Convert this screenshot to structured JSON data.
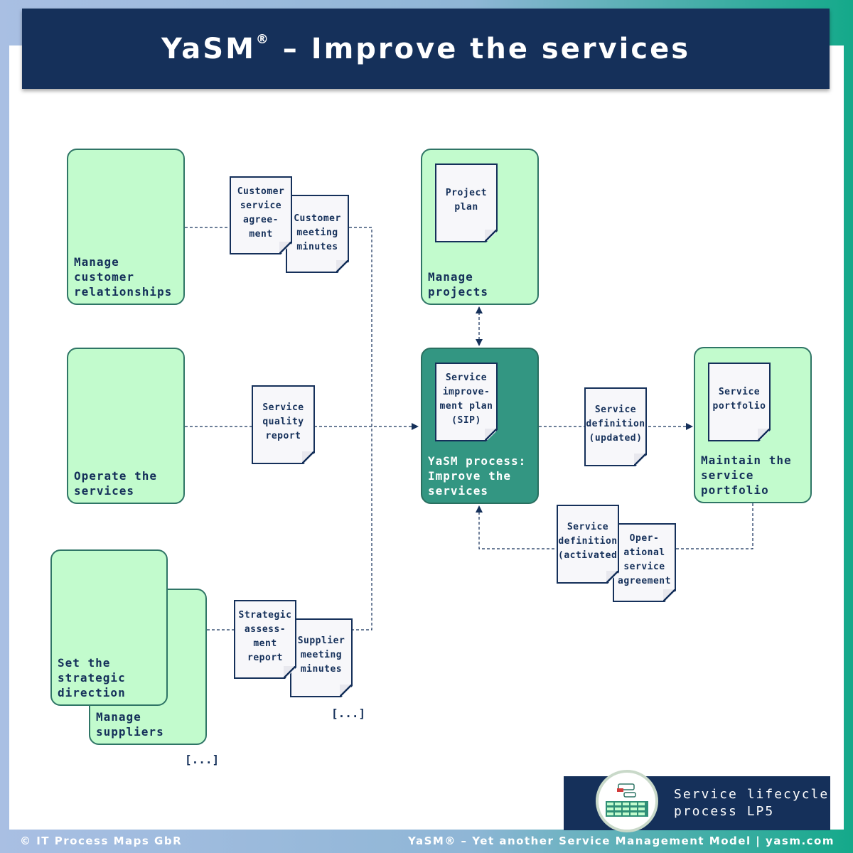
{
  "header": {
    "title": "YaSM",
    "registered_mark": "®",
    "title_rest": " – Improve the services"
  },
  "processes": {
    "manage_customer_relationships": "Manage\ncustomer\nrelationships",
    "operate_services": "Operate the\nservices",
    "set_strategic_direction": "Set the\nstrategic\ndirection",
    "manage_suppliers": "Manage\nsuppliers",
    "manage_projects": "Manage\nprojects",
    "improve_services": "YaSM process:\nImprove the\nservices",
    "maintain_portfolio": "Maintain the\nservice\nportfolio"
  },
  "documents": {
    "customer_service_agreement": "Customer\nservice\nagree-\nment",
    "customer_meeting_minutes": "Customer\nmeeting\nminutes",
    "service_quality_report": "Service\nquality\nreport",
    "strategic_assessment_report": "Strategic\nassess-\nment\nreport",
    "supplier_meeting_minutes": "Supplier\nmeeting\nminutes",
    "project_plan": "Project\nplan",
    "service_improvement_plan": "Service\nimprove-\nment plan\n(SIP)",
    "service_definition_updated": "Service\ndefinition\n(updated)",
    "service_portfolio": "Service\nportfolio",
    "service_definition_activated": "Service\ndefinition\n(activated)",
    "operational_service_agreement": "Oper-\national\nservice\nagreement"
  },
  "ellipses": {
    "docs_lower": "[...]",
    "procs_lower": "[...]"
  },
  "badge": {
    "text": "Service lifecycle\nprocess LP5"
  },
  "footer": {
    "copyright": "© IT Process Maps GbR",
    "model": "YaSM® – Yet another Service Management Model | yasm.com"
  },
  "colors": {
    "navy": "#15305a",
    "process_fill": "#c2fbcd",
    "focus_process_fill": "#339682",
    "document_fill": "#f7f7fa"
  }
}
